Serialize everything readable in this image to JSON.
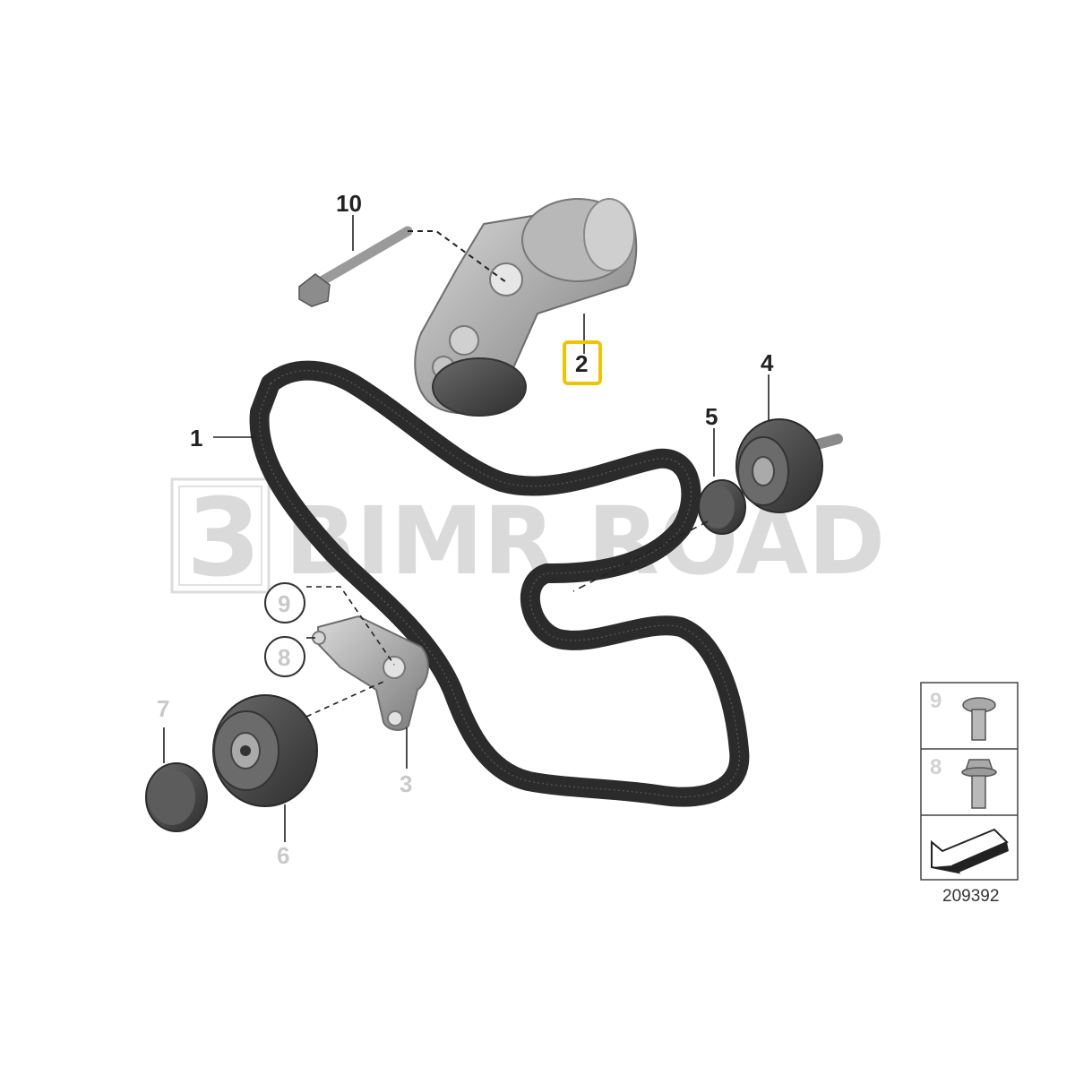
{
  "watermark": {
    "brand_text": "BIMR ROAD"
  },
  "callouts": {
    "c1": "1",
    "c2": "2",
    "c3": "3",
    "c4": "4",
    "c5": "5",
    "c6": "6",
    "c7": "7",
    "c8": "8",
    "c9": "9",
    "c10": "10"
  },
  "highlight": {
    "selected_part": "2",
    "color": "#f2c400"
  },
  "legend": {
    "items": [
      {
        "number": "9",
        "icon": "torx-screw-icon"
      },
      {
        "number": "8",
        "icon": "hex-flange-bolt-icon"
      }
    ],
    "arrow_icon": "direction-arrow-icon"
  },
  "diagram_ref": "209392",
  "colors": {
    "belt": "#2b2b2b",
    "parts": "#8e8e8e",
    "callout_text": "#222222",
    "dim_callout": "#c9c9c9"
  }
}
